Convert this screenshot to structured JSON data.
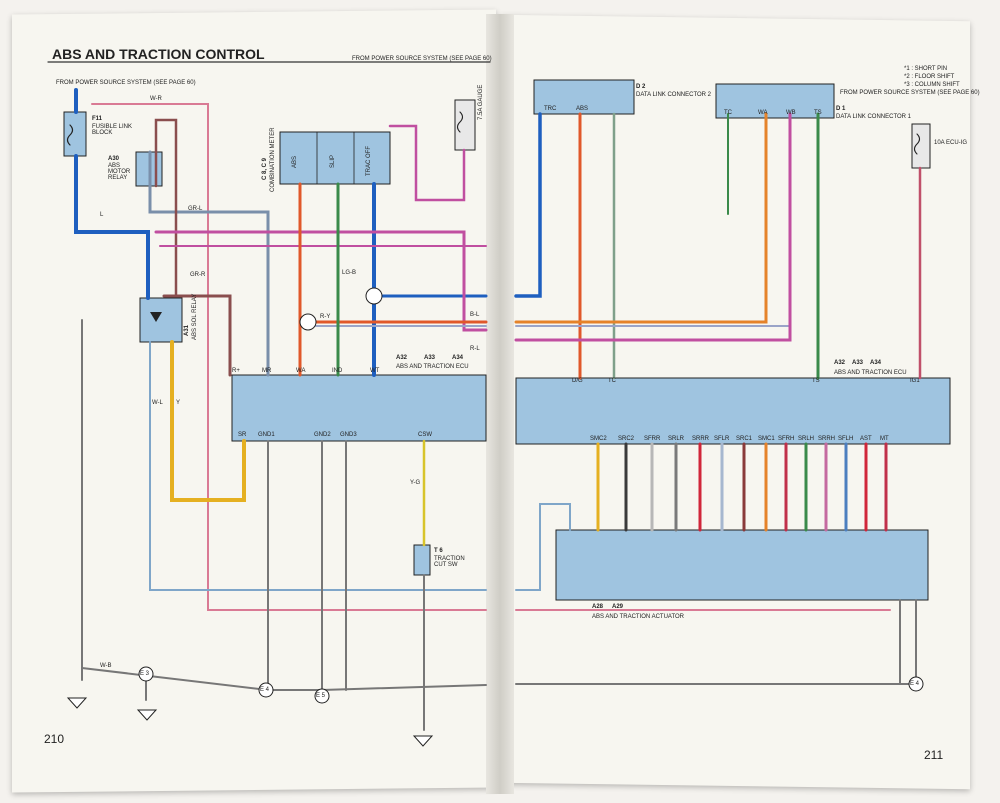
{
  "page_title": "ABS AND TRACTION CONTROL",
  "left_page": {
    "number": "210",
    "power_source_top": "FROM POWER SOURCE SYSTEM (SEE PAGE 60)",
    "power_source_left": "FROM POWER SOURCE SYSTEM (SEE PAGE 60)",
    "components": {
      "f11": "F11",
      "f11_label": "FUSIBLE LINK BLOCK",
      "a30": "A30",
      "a30_label": "ABS MOTOR RELAY",
      "a31": "A31",
      "a31_label": "ABS SOL RELAY",
      "c8_c9": "C 8, C 9",
      "meter_label": "COMBINATION METER",
      "meter_cells": [
        "ABS",
        "SLIP",
        "TRAC OFF"
      ],
      "gauge": "7.5A GAUGE",
      "ecu_ref_a32": "A32",
      "ecu_ref_a33": "A33",
      "ecu_ref_a34": "A34",
      "ecu_label": "ABS AND TRACTION ECU",
      "t6": "T 6",
      "t6_label": "TRACTION CUT SW"
    },
    "ecu_pins_top": [
      "R+",
      "MR",
      "WA",
      "IND",
      "WT"
    ],
    "ecu_pins_bottom": [
      "SR",
      "GND1",
      "GND2",
      "GND3",
      "CSW"
    ],
    "wire_labels": [
      "W-R",
      "GR-L",
      "L",
      "R-Y",
      "LG-B",
      "R-L",
      "GR-R",
      "B-L",
      "Y",
      "W-L",
      "W-B",
      "Y-G"
    ],
    "grounds": [
      "E 3",
      "E 4",
      "E 5"
    ]
  },
  "right_page": {
    "number": "211",
    "power_source": "FROM POWER SOURCE SYSTEM (SEE PAGE 60)",
    "d2": "D 2",
    "d2_label": "DATA LINK CONNECTOR 2",
    "d2_pins": [
      "TRC",
      "ABS"
    ],
    "d1": "D 1",
    "d1_label": "DATA LINK CONNECTOR 1",
    "d1_pins": [
      "TC",
      "WA",
      "WB",
      "TS"
    ],
    "ecu_ig": "10A ECU-IG",
    "ecu_ref_a32": "A32",
    "ecu_ref_a33": "A33",
    "ecu_ref_a34": "A34",
    "ecu_label": "ABS AND TRACTION ECU",
    "ecu_pins_top": [
      "D/G",
      "TC",
      "TS",
      "IG1"
    ],
    "ecu_pins_bottom": [
      "SMC2",
      "SRC2",
      "SFRR",
      "SRLR",
      "SRRR",
      "SFLR",
      "SRC1",
      "SMC1",
      "SFRH",
      "SRLH",
      "SRRH",
      "SFLH",
      "AST",
      "MT"
    ],
    "actuator_ref_a28": "A28",
    "actuator_ref_a29": "A29",
    "actuator_label": "ABS AND TRACTION ACTUATOR",
    "ground": "E 4",
    "legend": [
      "*1 : SHORT PIN",
      "*2 : FLOOR SHIFT",
      "*3 : COLUMN SHIFT"
    ]
  }
}
